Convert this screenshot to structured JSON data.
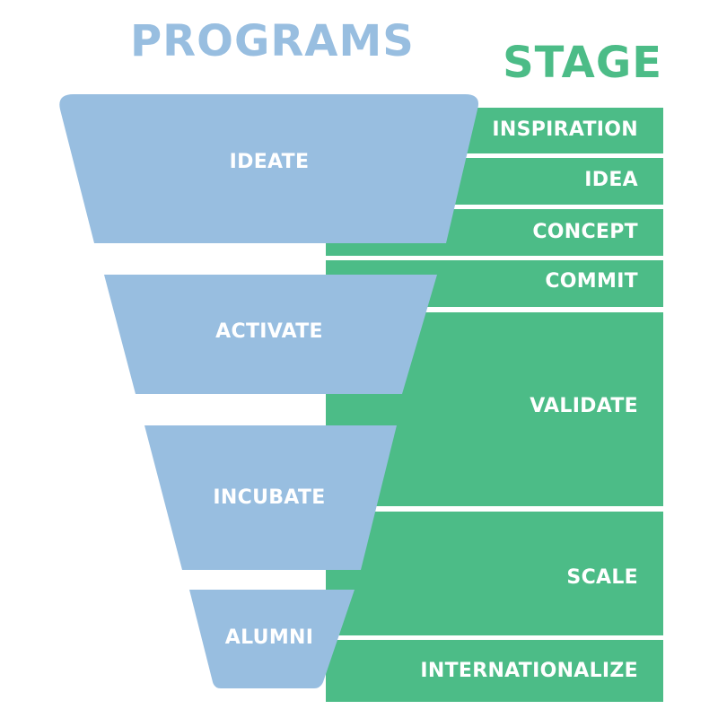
{
  "headers": {
    "programs": "PROGRAMS",
    "stage": "STAGE"
  },
  "colors": {
    "programs": "#98bee0",
    "stage": "#4cbc87",
    "label": "#ffffff",
    "background": "#ffffff"
  },
  "programs": [
    {
      "label": "IDEATE"
    },
    {
      "label": "ACTIVATE"
    },
    {
      "label": "INCUBATE"
    },
    {
      "label": "ALUMNI"
    }
  ],
  "stages": [
    {
      "label": "INSPIRATION"
    },
    {
      "label": "IDEA"
    },
    {
      "label": "CONCEPT"
    },
    {
      "label": "COMMIT"
    },
    {
      "label": "VALIDATE"
    },
    {
      "label": "SCALE"
    },
    {
      "label": "INTERNATIONALIZE"
    }
  ]
}
